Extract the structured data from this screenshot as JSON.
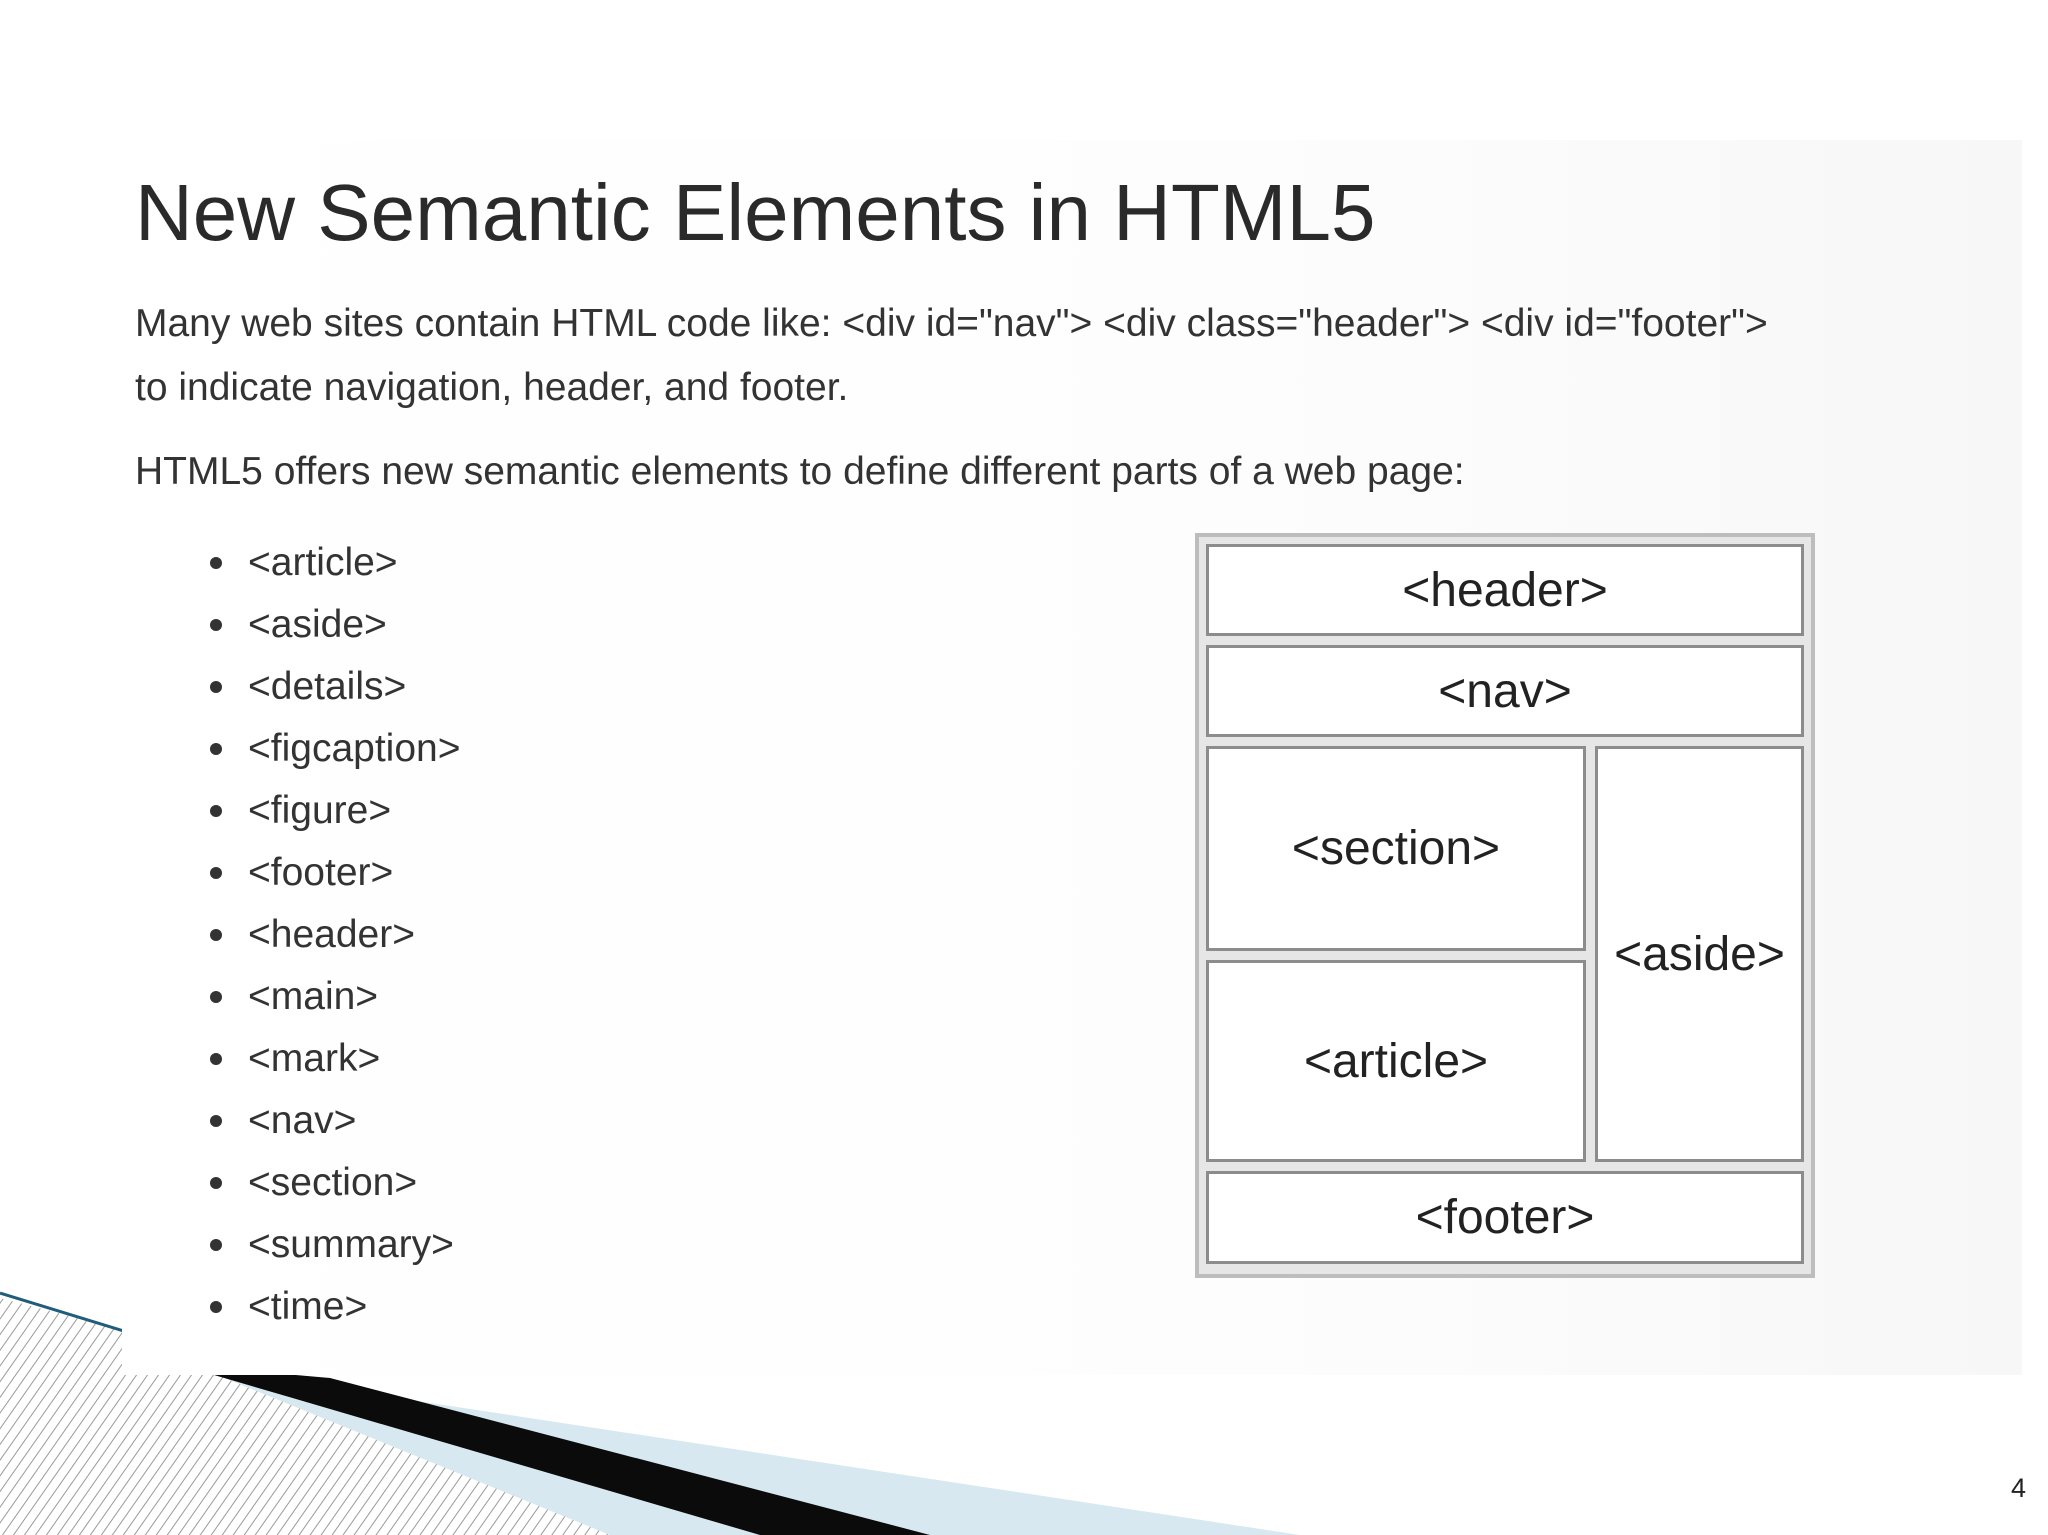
{
  "slide": {
    "title": "New Semantic Elements in HTML5",
    "intro_line1": "Many web sites contain HTML code like: <div id=\"nav\"> <div class=\"header\"> <div id=\"footer\">",
    "intro_line2": "to indicate navigation, header, and footer.",
    "offers_text": "HTML5 offers new semantic elements to define different parts of a web page:",
    "elements": [
      "<article>",
      "<aside>",
      "<details>",
      "<figcaption>",
      "<figure>",
      "<footer>",
      "<header>",
      "<main>",
      "<mark>",
      "<nav>",
      "<section>",
      "<summary>",
      "<time>"
    ],
    "diagram": {
      "header": "<header>",
      "nav": "<nav>",
      "section": "<section>",
      "article": "<article>",
      "aside": "<aside>",
      "footer": "<footer>"
    },
    "page_number": "4"
  },
  "colors": {
    "accent_blue": "#d7e8f1",
    "accent_dark": "#0b0b0b",
    "accent_teal": "#1f5d7a",
    "diagram_frame": "#e6e6e6"
  }
}
